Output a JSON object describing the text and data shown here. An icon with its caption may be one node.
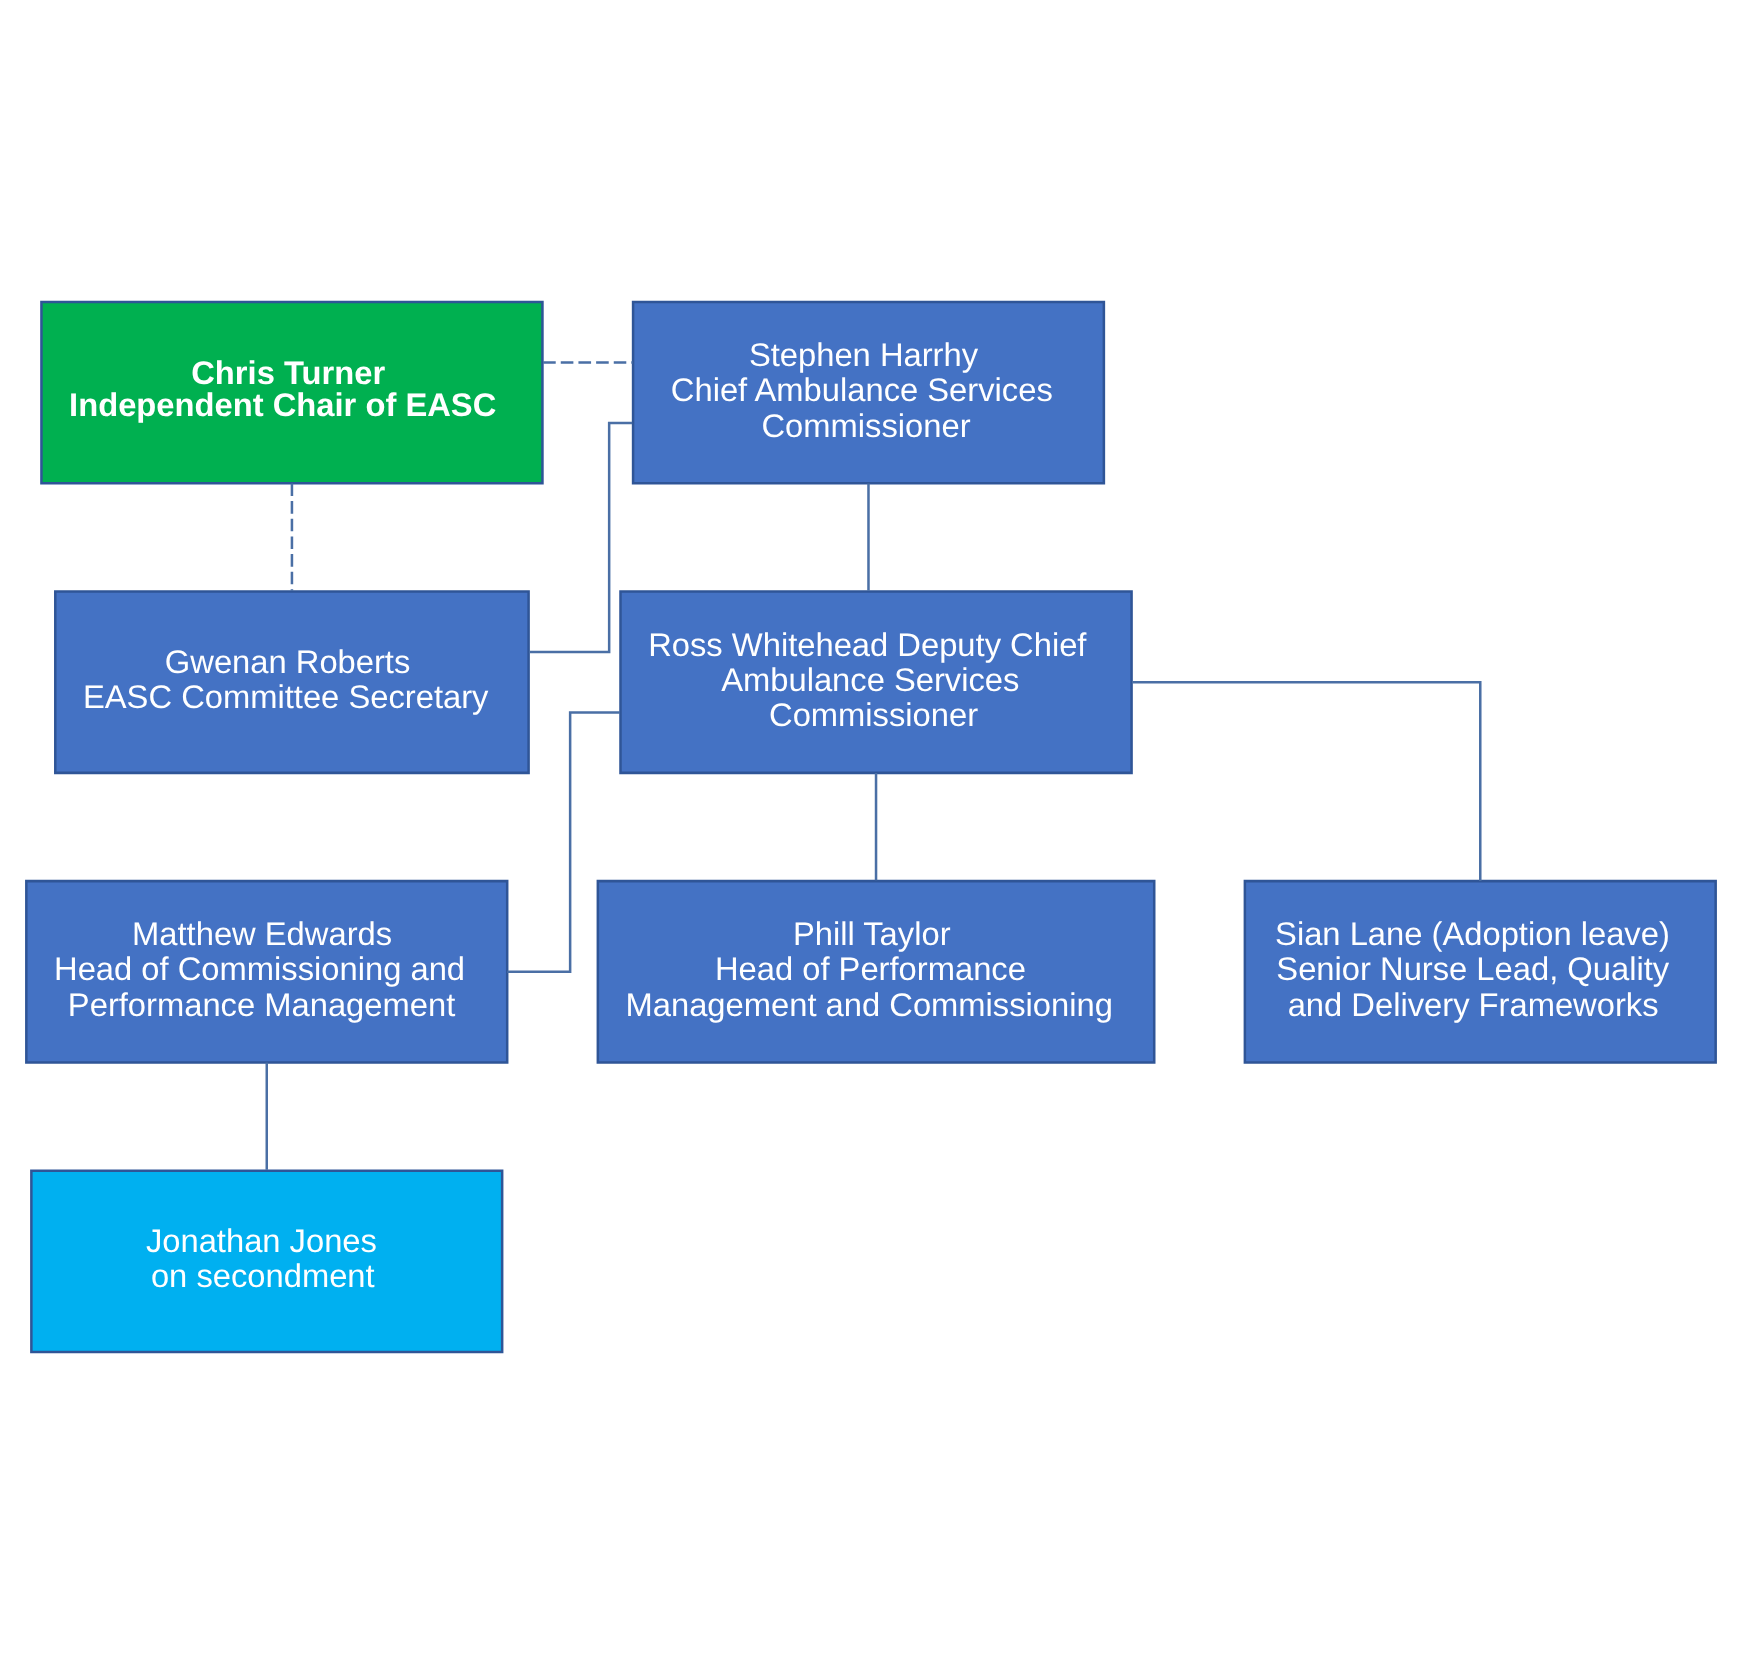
{
  "diagram": {
    "nodes": [
      {
        "text": [
          "Chris Turner",
          "Independent Chair of EASC"
        ]
      },
      {
        "text": [
          "Stephen Harrhy",
          "Chief Ambulance Services Commissioner"
        ]
      },
      {
        "text": [
          "Gwenan Roberts",
          "EASC Committee Secretary"
        ]
      },
      {
        "text": [
          "Ross Whitehead Deputy Chief Ambulance Services Commissioner"
        ]
      },
      {
        "text": [
          "Matthew Edwards",
          "Head of Commissioning and Performance Management"
        ]
      },
      {
        "text": [
          "Phill Taylor",
          "Head of Performance Management and Commissioning"
        ]
      },
      {
        "text": [
          "Sian Lane (Adoption leave)",
          "Senior Nurse Lead, Quality and Delivery Frameworks"
        ]
      },
      {
        "text": [
          "Jonathan Jones",
          "on secondment"
        ]
      }
    ],
    "edges": [
      {
        "from": 0,
        "to": 1,
        "arrow": "none",
        "style": "dashed"
      },
      {
        "from": 0,
        "to": 2,
        "arrow": "none",
        "style": "dashed"
      },
      {
        "from": 1,
        "to": 2,
        "arrow": "none"
      },
      {
        "from": 1,
        "to": 3,
        "arrow": "none"
      },
      {
        "from": 3,
        "to": 4,
        "arrow": "none"
      },
      {
        "from": 3,
        "to": 5,
        "arrow": "none"
      },
      {
        "from": 3,
        "to": 6,
        "arrow": "none"
      },
      {
        "from": 4,
        "to": 7,
        "arrow": "none"
      }
    ]
  }
}
